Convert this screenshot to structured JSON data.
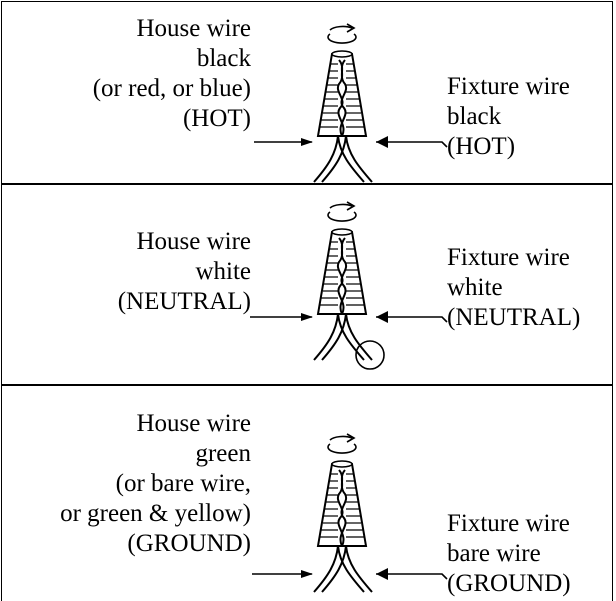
{
  "panels": [
    {
      "house_lines": [
        "House wire",
        "black",
        "(or red, or blue)",
        "(HOT)"
      ],
      "fixture_lines": [
        "Fixture wire",
        "black",
        "(HOT)"
      ]
    },
    {
      "house_lines": [
        "House wire",
        "white",
        "(NEUTRAL)"
      ],
      "fixture_lines": [
        "Fixture wire",
        "white",
        "(NEUTRAL)"
      ]
    },
    {
      "house_lines": [
        "House wire",
        "green",
        "(or bare wire,",
        "or green & yellow)",
        "(GROUND)"
      ],
      "fixture_lines": [
        "Fixture wire",
        "bare wire",
        "(GROUND)"
      ]
    }
  ]
}
